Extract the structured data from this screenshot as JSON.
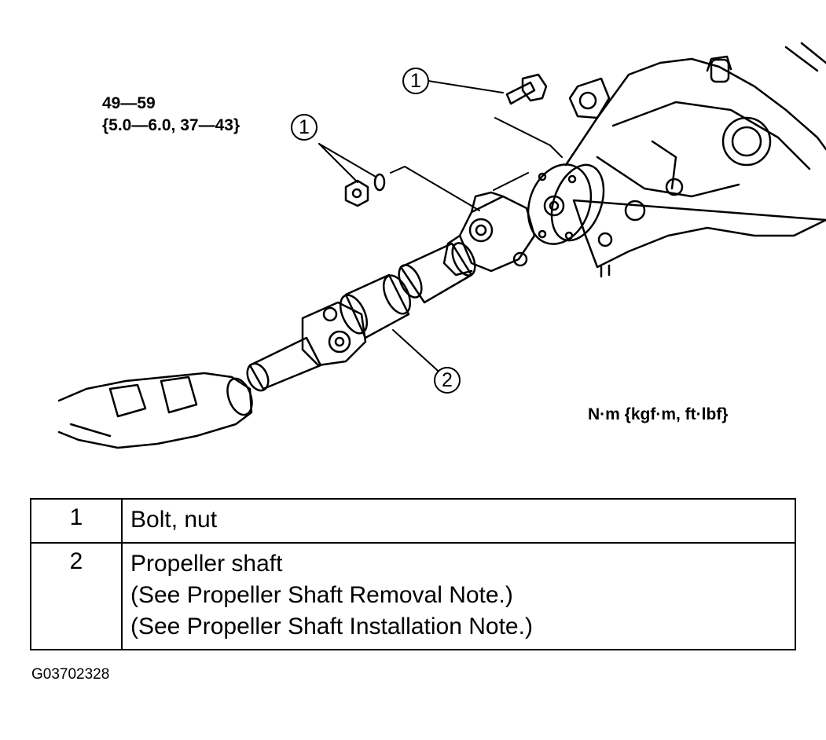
{
  "diagram": {
    "torque_spec": {
      "line1": "49—59",
      "line2": "{5.0—6.0, 37—43}"
    },
    "units": "N·m {kgf·m,  ft·lbf}",
    "callouts": [
      {
        "id": "bolt-top",
        "label": "1"
      },
      {
        "id": "nut-washer",
        "label": "1"
      },
      {
        "id": "shaft",
        "label": "2"
      }
    ]
  },
  "legend": {
    "rows": [
      {
        "num": "1",
        "lines": [
          "Bolt, nut"
        ]
      },
      {
        "num": "2",
        "lines": [
          "Propeller shaft",
          "(See Propeller Shaft Removal Note.)",
          "(See Propeller Shaft Installation Note.)"
        ]
      }
    ]
  },
  "figure_id": "G03702328",
  "colors": {
    "ink": "#000000",
    "paper": "#ffffff"
  }
}
